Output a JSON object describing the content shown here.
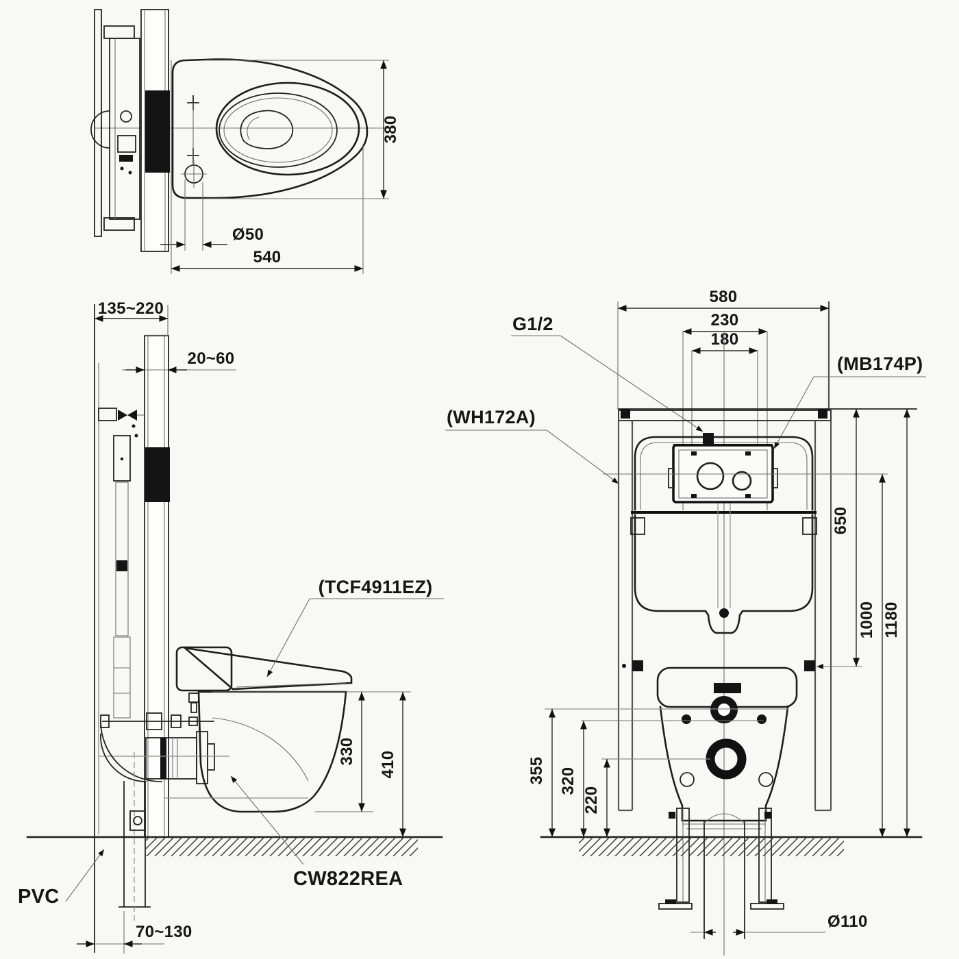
{
  "drawing": {
    "plan": {
      "width": "380",
      "drain": "Ø50",
      "depth": "540"
    },
    "side": {
      "frame_depth": "135~220",
      "finish_wall": "20~60",
      "washlet": "(TCF4911EZ)",
      "bowl_drop": "330",
      "rim_height": "410",
      "bowl_model": "CW822REA",
      "pipe": "PVC",
      "outlet_offset": "70~130"
    },
    "front": {
      "frame_width": "580",
      "cut_width": "230",
      "plate_width": "180",
      "inlet": "G1/2",
      "plate_model": "(MB174P)",
      "frame_model": "(WH172A)",
      "plate_drop": "650",
      "supply_height": "1000",
      "frame_height": "1180",
      "h355": "355",
      "h320": "320",
      "h220": "220",
      "drain_pipe": "Ø110"
    }
  }
}
